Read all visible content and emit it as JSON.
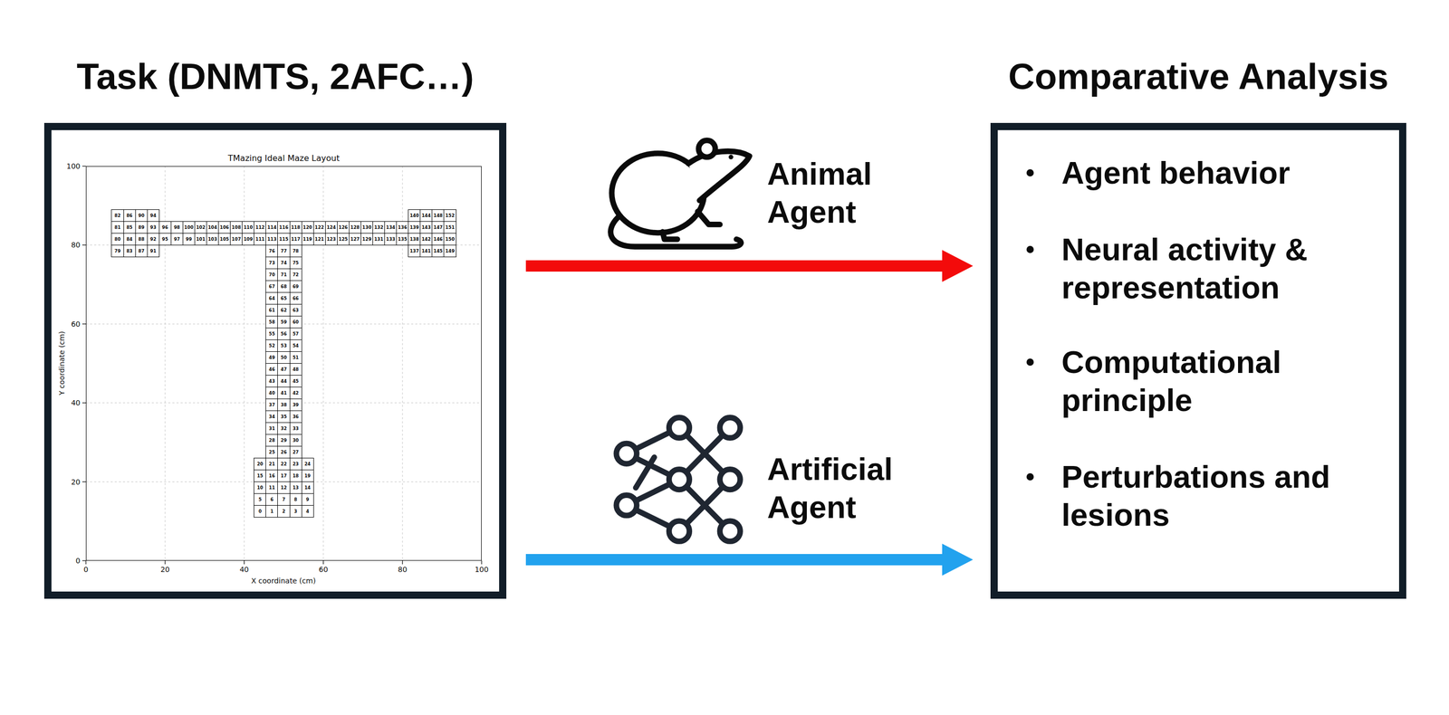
{
  "diagram": {
    "nodes": [
      {
        "text": [
          "Task (DNMTS, 2AFC…)"
        ]
      },
      {
        "text": [
          "TMazing Ideal Maze Layout"
        ],
        "in": 0
      },
      {
        "text": [
          "0"
        ],
        "in": 1
      },
      {
        "text": [
          "1"
        ],
        "in": 1
      },
      {
        "text": [
          "2"
        ],
        "in": 1
      },
      {
        "text": [
          "3"
        ],
        "in": 1
      },
      {
        "text": [
          "4"
        ],
        "in": 1
      },
      {
        "text": [
          "5"
        ],
        "in": 1
      },
      {
        "text": [
          "6"
        ],
        "in": 1
      },
      {
        "text": [
          "7"
        ],
        "in": 1
      },
      {
        "text": [
          "8"
        ],
        "in": 1
      },
      {
        "text": [
          "9"
        ],
        "in": 1
      },
      {
        "text": [
          "10"
        ],
        "in": 1
      },
      {
        "text": [
          "11"
        ],
        "in": 1
      },
      {
        "text": [
          "12"
        ],
        "in": 1
      },
      {
        "text": [
          "13"
        ],
        "in": 1
      },
      {
        "text": [
          "14"
        ],
        "in": 1
      },
      {
        "text": [
          "15"
        ],
        "in": 1
      },
      {
        "text": [
          "16"
        ],
        "in": 1
      },
      {
        "text": [
          "17"
        ],
        "in": 1
      },
      {
        "text": [
          "18"
        ],
        "in": 1
      },
      {
        "text": [
          "19"
        ],
        "in": 1
      },
      {
        "text": [
          "20"
        ],
        "in": 1
      },
      {
        "text": [
          "21"
        ],
        "in": 1
      },
      {
        "text": [
          "22"
        ],
        "in": 1
      },
      {
        "text": [
          "23"
        ],
        "in": 1
      },
      {
        "text": [
          "24"
        ],
        "in": 1
      },
      {
        "text": [
          "25"
        ],
        "in": 1
      },
      {
        "text": [
          "26"
        ],
        "in": 1
      },
      {
        "text": [
          "27"
        ],
        "in": 1
      },
      {
        "text": [
          "28"
        ],
        "in": 1
      },
      {
        "text": [
          "29"
        ],
        "in": 1
      },
      {
        "text": [
          "30"
        ],
        "in": 1
      },
      {
        "text": [
          "31"
        ],
        "in": 1
      },
      {
        "text": [
          "32"
        ],
        "in": 1
      },
      {
        "text": [
          "33"
        ],
        "in": 1
      },
      {
        "text": [
          "34"
        ],
        "in": 1
      },
      {
        "text": [
          "35"
        ],
        "in": 1
      },
      {
        "text": [
          "36"
        ],
        "in": 1
      },
      {
        "text": [
          "37"
        ],
        "in": 1
      },
      {
        "text": [
          "38"
        ],
        "in": 1
      },
      {
        "text": [
          "39"
        ],
        "in": 1
      },
      {
        "text": [
          "40"
        ],
        "in": 1
      },
      {
        "text": [
          "41"
        ],
        "in": 1
      },
      {
        "text": [
          "42"
        ],
        "in": 1
      },
      {
        "text": [
          "43"
        ],
        "in": 1
      },
      {
        "text": [
          "44"
        ],
        "in": 1
      },
      {
        "text": [
          "45"
        ],
        "in": 1
      },
      {
        "text": [
          "46"
        ],
        "in": 1
      },
      {
        "text": [
          "47"
        ],
        "in": 1
      },
      {
        "text": [
          "48"
        ],
        "in": 1
      },
      {
        "text": [
          "49"
        ],
        "in": 1
      },
      {
        "text": [
          "50"
        ],
        "in": 1
      },
      {
        "text": [
          "51"
        ],
        "in": 1
      },
      {
        "text": [
          "52"
        ],
        "in": 1
      },
      {
        "text": [
          "53"
        ],
        "in": 1
      },
      {
        "text": [
          "54"
        ],
        "in": 1
      },
      {
        "text": [
          "55"
        ],
        "in": 1
      },
      {
        "text": [
          "56"
        ],
        "in": 1
      },
      {
        "text": [
          "57"
        ],
        "in": 1
      },
      {
        "text": [
          "58"
        ],
        "in": 1
      },
      {
        "text": [
          "59"
        ],
        "in": 1
      },
      {
        "text": [
          "60"
        ],
        "in": 1
      },
      {
        "text": [
          "61"
        ],
        "in": 1
      },
      {
        "text": [
          "62"
        ],
        "in": 1
      },
      {
        "text": [
          "63"
        ],
        "in": 1
      },
      {
        "text": [
          "64"
        ],
        "in": 1
      },
      {
        "text": [
          "65"
        ],
        "in": 1
      },
      {
        "text": [
          "66"
        ],
        "in": 1
      },
      {
        "text": [
          "67"
        ],
        "in": 1
      },
      {
        "text": [
          "68"
        ],
        "in": 1
      },
      {
        "text": [
          "69"
        ],
        "in": 1
      },
      {
        "text": [
          "70"
        ],
        "in": 1
      },
      {
        "text": [
          "71"
        ],
        "in": 1
      },
      {
        "text": [
          "72"
        ],
        "in": 1
      },
      {
        "text": [
          "73"
        ],
        "in": 1
      },
      {
        "text": [
          "74"
        ],
        "in": 1
      },
      {
        "text": [
          "75"
        ],
        "in": 1
      },
      {
        "text": [
          "76"
        ],
        "in": 1
      },
      {
        "text": [
          "77"
        ],
        "in": 1
      },
      {
        "text": [
          "78"
        ],
        "in": 1
      },
      {
        "text": [
          "79"
        ],
        "in": 1
      },
      {
        "text": [
          "80"
        ],
        "in": 1
      },
      {
        "text": [
          "81"
        ],
        "in": 1
      },
      {
        "text": [
          "82"
        ],
        "in": 1
      },
      {
        "text": [
          "83"
        ],
        "in": 1
      },
      {
        "text": [
          "84"
        ],
        "in": 1
      },
      {
        "text": [
          "85"
        ],
        "in": 1
      },
      {
        "text": [
          "86"
        ],
        "in": 1
      },
      {
        "text": [
          "87"
        ],
        "in": 1
      },
      {
        "text": [
          "88"
        ],
        "in": 1
      },
      {
        "text": [
          "89"
        ],
        "in": 1
      },
      {
        "text": [
          "90"
        ],
        "in": 1
      },
      {
        "text": [
          "91"
        ],
        "in": 1
      },
      {
        "text": [
          "92"
        ],
        "in": 1
      },
      {
        "text": [
          "93"
        ],
        "in": 1
      },
      {
        "text": [
          "94"
        ],
        "in": 1
      },
      {
        "text": [
          "95"
        ],
        "in": 1
      },
      {
        "text": [
          "96"
        ],
        "in": 1
      },
      {
        "text": [
          "97"
        ],
        "in": 1
      },
      {
        "text": [
          "98"
        ],
        "in": 1
      },
      {
        "text": [
          "99"
        ],
        "in": 1
      },
      {
        "text": [
          "100"
        ],
        "in": 1
      },
      {
        "text": [
          "101"
        ],
        "in": 1
      },
      {
        "text": [
          "102"
        ],
        "in": 1
      },
      {
        "text": [
          "103"
        ],
        "in": 1
      },
      {
        "text": [
          "104"
        ],
        "in": 1
      },
      {
        "text": [
          "105"
        ],
        "in": 1
      },
      {
        "text": [
          "106"
        ],
        "in": 1
      },
      {
        "text": [
          "107"
        ],
        "in": 1
      },
      {
        "text": [
          "108"
        ],
        "in": 1
      },
      {
        "text": [
          "109"
        ],
        "in": 1
      },
      {
        "text": [
          "110"
        ],
        "in": 1
      },
      {
        "text": [
          "111"
        ],
        "in": 1
      },
      {
        "text": [
          "112"
        ],
        "in": 1
      },
      {
        "text": [
          "113"
        ],
        "in": 1
      },
      {
        "text": [
          "114"
        ],
        "in": 1
      },
      {
        "text": [
          "115"
        ],
        "in": 1
      },
      {
        "text": [
          "116"
        ],
        "in": 1
      },
      {
        "text": [
          "117"
        ],
        "in": 1
      },
      {
        "text": [
          "118"
        ],
        "in": 1
      },
      {
        "text": [
          "119"
        ],
        "in": 1
      },
      {
        "text": [
          "120"
        ],
        "in": 1
      },
      {
        "text": [
          "121"
        ],
        "in": 1
      },
      {
        "text": [
          "122"
        ],
        "in": 1
      },
      {
        "text": [
          "123"
        ],
        "in": 1
      },
      {
        "text": [
          "124"
        ],
        "in": 1
      },
      {
        "text": [
          "125"
        ],
        "in": 1
      },
      {
        "text": [
          "126"
        ],
        "in": 1
      },
      {
        "text": [
          "127"
        ],
        "in": 1
      },
      {
        "text": [
          "128"
        ],
        "in": 1
      },
      {
        "text": [
          "129"
        ],
        "in": 1
      },
      {
        "text": [
          "130"
        ],
        "in": 1
      },
      {
        "text": [
          "131"
        ],
        "in": 1
      },
      {
        "text": [
          "132"
        ],
        "in": 1
      },
      {
        "text": [
          "133"
        ],
        "in": 1
      },
      {
        "text": [
          "134"
        ],
        "in": 1
      },
      {
        "text": [
          "135"
        ],
        "in": 1
      },
      {
        "text": [
          "136"
        ],
        "in": 1
      },
      {
        "text": [
          "137"
        ],
        "in": 1
      },
      {
        "text": [
          "138"
        ],
        "in": 1
      },
      {
        "text": [
          "139"
        ],
        "in": 1
      },
      {
        "text": [
          "140"
        ],
        "in": 1
      },
      {
        "text": [
          "141"
        ],
        "in": 1
      },
      {
        "text": [
          "142"
        ],
        "in": 1
      },
      {
        "text": [
          "143"
        ],
        "in": 1
      },
      {
        "text": [
          "144"
        ],
        "in": 1
      },
      {
        "text": [
          "145"
        ],
        "in": 1
      },
      {
        "text": [
          "146"
        ],
        "in": 1
      },
      {
        "text": [
          "147"
        ],
        "in": 1
      },
      {
        "text": [
          "148"
        ],
        "in": 1
      },
      {
        "text": [
          "149"
        ],
        "in": 1
      },
      {
        "text": [
          "150"
        ],
        "in": 1
      },
      {
        "text": [
          "151"
        ],
        "in": 1
      },
      {
        "text": [
          "152"
        ],
        "in": 1
      },
      {
        "text": [
          "Comparative Analysis",
          "Agent behavior",
          "Neural activity & representation",
          "Computational principle",
          "Perturbations and lesions"
        ]
      }
    ],
    "edges": [
      {
        "from": 0,
        "to": 155,
        "label": "Animal Agent",
        "arrow": "to"
      },
      {
        "from": 0,
        "to": 155,
        "label": "Artificial Agent",
        "arrow": "to"
      }
    ],
    "labels": [
      "100",
      "80",
      "60",
      "40",
      "20",
      "0",
      "Y coordinate (cm)",
      "0",
      "20",
      "40",
      "60",
      "80",
      "100",
      "X coordinate (cm)"
    ]
  }
}
